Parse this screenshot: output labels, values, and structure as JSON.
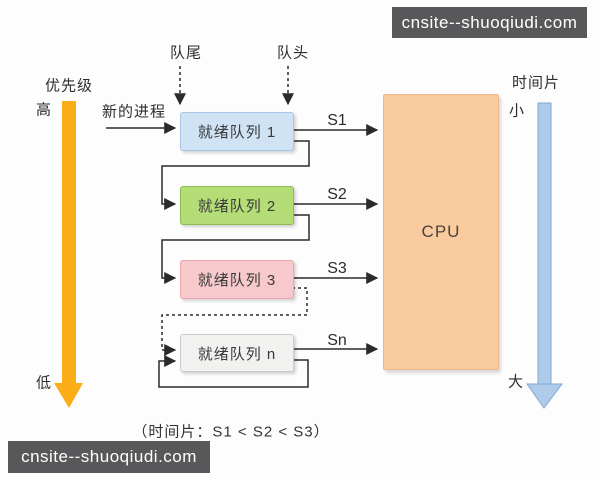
{
  "watermark": {
    "top": "cnsite--shuoqiudi.com",
    "bottom": "cnsite--shuoqiudi.com"
  },
  "priority_axis": {
    "label": "优先级",
    "high": "高",
    "low": "低",
    "arrow_color": "#FBAD18"
  },
  "timeslice_axis": {
    "label": "时间片",
    "small": "小",
    "large": "大",
    "arrow_color": "#AECBEA",
    "arrow_border": "#86A8D0"
  },
  "pointers": {
    "tail": "队尾",
    "head": "队头"
  },
  "new_process_label": "新的进程",
  "queues": [
    {
      "label": "就绪队列 1",
      "slice": "S1",
      "fill": "#CFE3F5",
      "border": "#A6C6E3"
    },
    {
      "label": "就绪队列 2",
      "slice": "S2",
      "fill": "#B5DD77",
      "border": "#8CBD55"
    },
    {
      "label": "就绪队列 3",
      "slice": "S3",
      "fill": "#F7C8CC",
      "border": "#E9A7AD"
    },
    {
      "label": "就绪队列 n",
      "slice": "Sn",
      "fill": "#F1F1F0",
      "border": "#CBCBCB"
    }
  ],
  "cpu": {
    "label": "CPU",
    "fill": "#F9CB9E"
  },
  "caption": "（时间片：S1 < S2 < S3）"
}
